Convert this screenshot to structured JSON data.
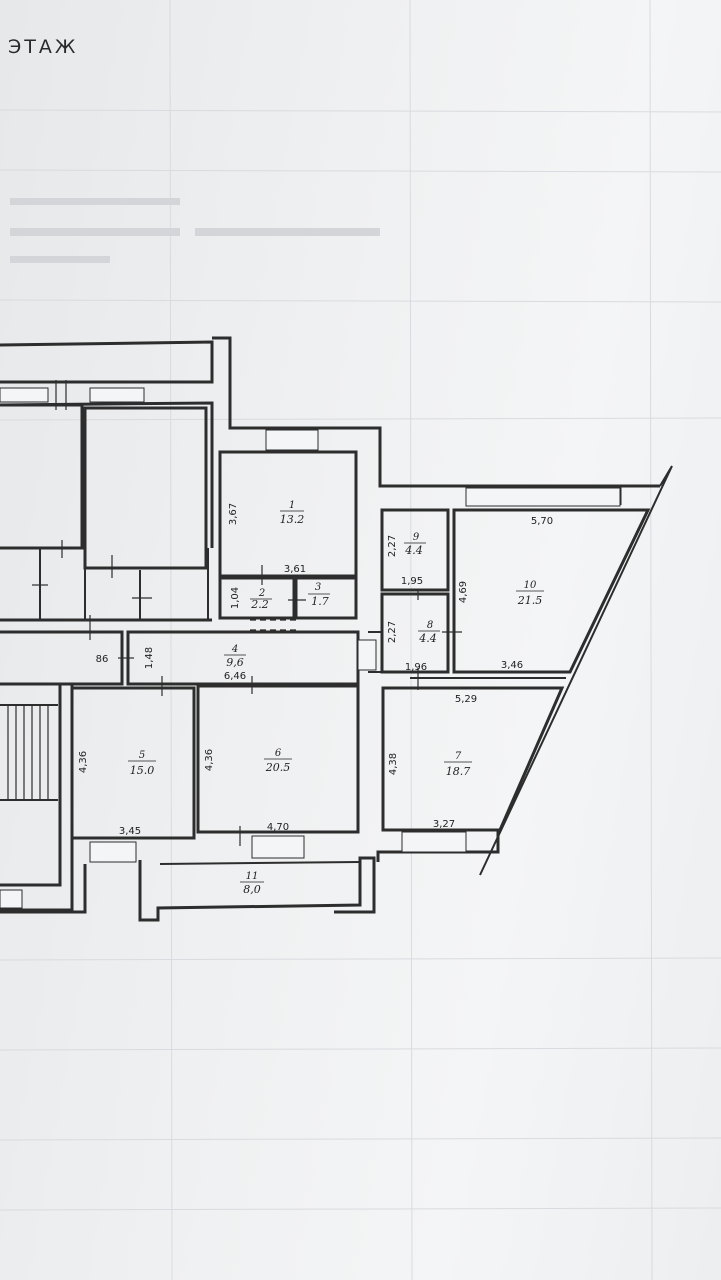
{
  "page": {
    "title": "ЭТАЖ"
  },
  "rooms": [
    {
      "number": "1",
      "area": "13.2"
    },
    {
      "number": "2",
      "area": "2.2"
    },
    {
      "number": "3",
      "area": "1.7"
    },
    {
      "number": "4",
      "area": "9,6"
    },
    {
      "number": "5",
      "area": "15.0"
    },
    {
      "number": "6",
      "area": "20.5"
    },
    {
      "number": "7",
      "area": "18.7"
    },
    {
      "number": "8",
      "area": "4.4"
    },
    {
      "number": "9",
      "area": "4.4"
    },
    {
      "number": "10",
      "area": "21.5"
    },
    {
      "number": "11",
      "area": "8,0"
    }
  ],
  "dimensions": {
    "room1_height": "3,67",
    "room1_width": "3,61",
    "room2_height": "1,04",
    "room4_height": "1,48",
    "room4_width": "6,46",
    "left_dim": "86",
    "room5_height": "4,36",
    "room5_width": "3,45",
    "room6_height": "4,36",
    "room6_width": "4,70",
    "room7_height": "4,38",
    "room7_top": "5,29",
    "room7_bottom": "3,27",
    "room9_height": "2,27",
    "room9_width": "1,95",
    "room8_height": "2,27",
    "room8_width": "1,96",
    "room10_height": "4,69",
    "room10_top": "5,70",
    "room10_bottom": "3,46"
  }
}
